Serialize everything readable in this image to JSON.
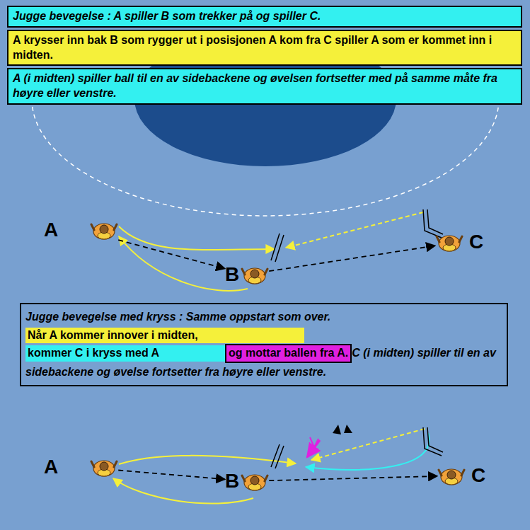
{
  "diagram": {
    "nodes": [
      {
        "text": [
          "Jugge bevegelse : A spiller B som trekker på og spiller C."
        ]
      },
      {
        "text": [
          "A krysser inn bak B som rygger ut i posisjonen A kom fra C spiller A som er kommet inn i midten."
        ]
      },
      {
        "text": [
          "A (i midten) spiller ball til en av sidebackene og øvelsen fortsetter med på samme måte fra høyre eller venstre."
        ]
      },
      {
        "text": [
          "A"
        ]
      },
      {
        "text": [
          "B"
        ]
      },
      {
        "text": [
          "C"
        ]
      },
      {
        "text": [
          "Jugge bevegelse med kryss : Samme oppstart som over.",
          "C (i midten) spiller til en av sidebackene og øvelse fortsetter fra høyre eller venstre."
        ]
      },
      {
        "text": [
          "Når A kommer innover i midten,"
        ],
        "in": 6
      },
      {
        "text": [
          "kommer C i kryss med A"
        ],
        "in": 6
      },
      {
        "text": [
          "og mottar ballen fra A."
        ],
        "in": 6
      },
      {
        "text": [
          "A"
        ]
      },
      {
        "text": [
          "B"
        ]
      },
      {
        "text": [
          "C"
        ]
      }
    ],
    "edges": [
      {
        "from": 3,
        "to": 4,
        "arrow": "to"
      },
      {
        "from": 4,
        "to": 5,
        "arrow": "to"
      },
      {
        "from": 10,
        "to": 11,
        "arrow": "to"
      },
      {
        "from": 11,
        "to": 12,
        "arrow": "to"
      }
    ]
  }
}
